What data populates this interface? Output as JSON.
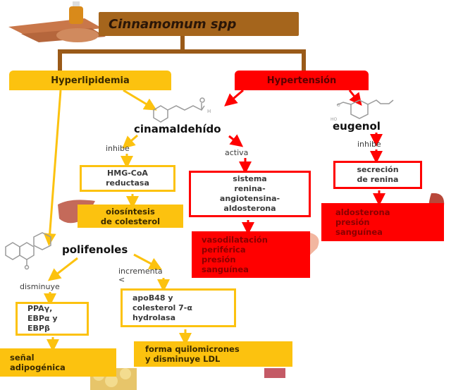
{
  "title": "Cinnamomum spp",
  "categories": {
    "hyperlipidemia": "Hyperlipidemia",
    "hypertension": "Hypertensión"
  },
  "compounds": {
    "cinnamaldehyde": "cinamaldehído",
    "eugenol": "eugenol",
    "polyphenols": "polifenoles"
  },
  "verbs": {
    "cinamaldehido_inhibe": "inhibe",
    "cinamaldehido_activa": "activa",
    "eugenol_inhibe": "inhibe",
    "polifenoles_disminuye": "disminuye",
    "polifenoles_incrementa": "incrementa",
    "polifenoles_incrementa_suffix": "<"
  },
  "boxes": {
    "hmg_coa": [
      "HMG-CoA",
      "reductasa"
    ],
    "biosintesis": [
      "oiosíntesis",
      "de colesterol"
    ],
    "raas": [
      "sistema",
      "renina-",
      "angiotensina-",
      "aldosterona"
    ],
    "vasodilatacion": [
      "vasodilatación",
      "periférica",
      "presión",
      "sanguínea"
    ],
    "secrecion_renina": [
      "secreción",
      "de renina"
    ],
    "aldosterona": [
      "aldosterona",
      "presión",
      "sanguínea"
    ],
    "ppar": [
      "PPAγ,",
      "EBPα y",
      "EBPβ"
    ],
    "senal": [
      "señal",
      "adipogénica"
    ],
    "apob48": [
      "apoB48 y",
      "colesterol 7-α",
      "hydrolasa"
    ],
    "quilomicrones": [
      "forma quilomicrones",
      "y disminuye LDL"
    ]
  },
  "colors": {
    "brown": "#a5651c",
    "yellow": "#fcc20f",
    "red": "#ff0000"
  },
  "icons": [
    "cinnamon-sticks-icon",
    "oil-bottle-icon",
    "liver-icon",
    "blood-vessel-icon",
    "kidney-icon",
    "adipose-tissue-icon",
    "muscle-tissue-icon",
    "cinnamaldehyde-structure-icon",
    "eugenol-structure-icon",
    "flavone-structure-icon"
  ]
}
